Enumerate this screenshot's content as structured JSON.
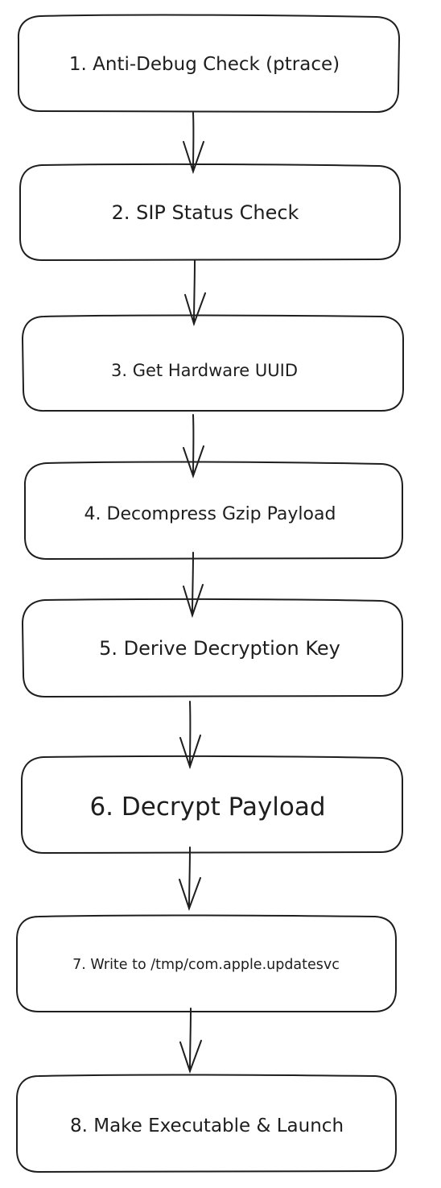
{
  "colors": {
    "stroke": "#1e1e1e",
    "background": "#ffffff",
    "box_fill": "#ffffff"
  },
  "steps": [
    {
      "label": "1. Anti-Debug Check (ptrace)"
    },
    {
      "label": "2. SIP Status Check"
    },
    {
      "label": "3. Get Hardware UUID"
    },
    {
      "label": "4. Decompress Gzip Payload"
    },
    {
      "label": "5. Derive Decryption Key"
    },
    {
      "label": "6. Decrypt Payload"
    },
    {
      "label": "7. Write to /tmp/com.apple.updatesvc"
    },
    {
      "label": "8. Make Executable & Launch"
    }
  ],
  "connectors": [
    {
      "from": 0,
      "to": 1,
      "head": "open-arrow"
    },
    {
      "from": 1,
      "to": 2,
      "head": "open-arrow"
    },
    {
      "from": 2,
      "to": 3,
      "head": "open-arrow"
    },
    {
      "from": 3,
      "to": 4,
      "head": "open-arrow"
    },
    {
      "from": 4,
      "to": 5,
      "head": "open-arrow"
    },
    {
      "from": 5,
      "to": 6,
      "head": "open-arrow"
    },
    {
      "from": 6,
      "to": 7,
      "head": "open-arrow"
    }
  ]
}
